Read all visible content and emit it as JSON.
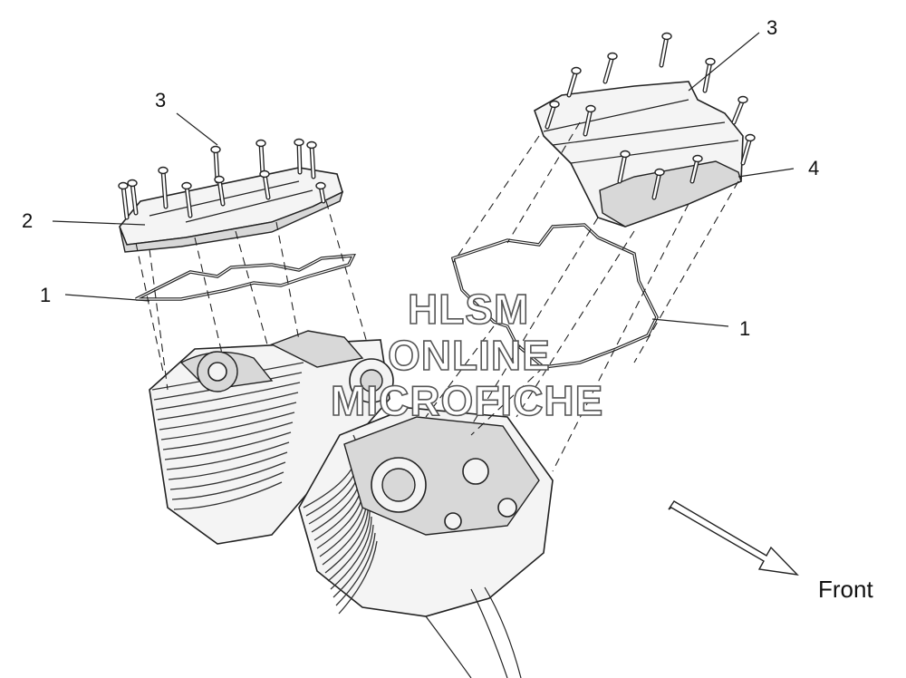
{
  "diagram": {
    "callouts": [
      {
        "id": "rear-cover-bolts",
        "label": "3"
      },
      {
        "id": "rear-cover",
        "label": "2"
      },
      {
        "id": "rear-gasket",
        "label": "1"
      },
      {
        "id": "front-cover-bolts",
        "label": "3"
      },
      {
        "id": "front-cover",
        "label": "4"
      },
      {
        "id": "front-gasket",
        "label": "1"
      }
    ],
    "direction_label": "Front",
    "watermark": [
      "HLSM",
      "ONLINE",
      "MICROFICHE"
    ]
  }
}
